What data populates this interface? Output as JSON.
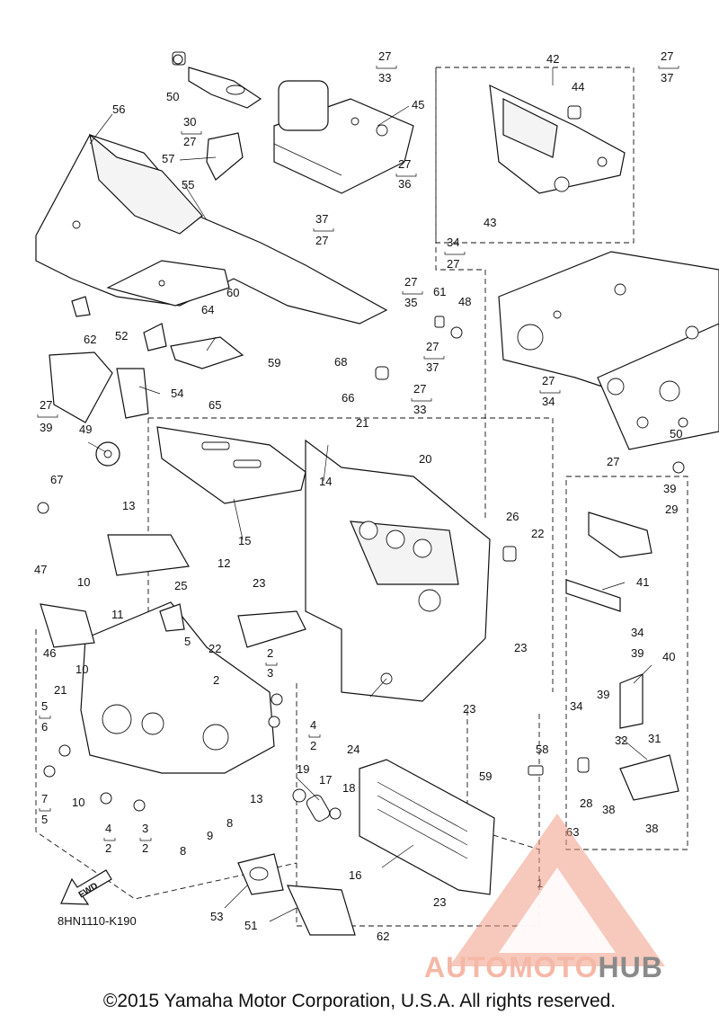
{
  "diagram": {
    "code": "8HN1110-K190",
    "copyright": "©2015 Yamaha Motor Corporation, U.S.A. All rights reserved.",
    "fwd_label": "FWD",
    "watermark": {
      "part1": "AUTOMOTO",
      "part2": "HUB",
      "accent": "#f09a85",
      "gray": "#8a8a8a"
    },
    "callouts": {
      "c1": "1",
      "c2a": "2",
      "c2b": "2",
      "c2c": "2",
      "c2d": "2",
      "c2e": "2",
      "c3a": "3",
      "c3b": "3",
      "c4a": "4",
      "c4b": "4",
      "c5a": "5",
      "c5b": "5",
      "c5c": "5",
      "c6": "6",
      "c7": "7",
      "c8a": "8",
      "c8b": "8",
      "c9": "9",
      "c10a": "10",
      "c10b": "10",
      "c10c": "10",
      "c11": "11",
      "c12": "12",
      "c13a": "13",
      "c13b": "13",
      "c14": "14",
      "c15": "15",
      "c16": "16",
      "c17": "17",
      "c18": "18",
      "c19": "19",
      "c20": "20",
      "c21a": "21",
      "c21b": "21",
      "c22a": "22",
      "c22b": "22",
      "c23a": "23",
      "c23b": "23",
      "c23c": "23",
      "c23d": "23",
      "c24": "24",
      "c25": "25",
      "c26": "26",
      "c27a": "27",
      "c27b": "27",
      "c27c": "27",
      "c27d": "27",
      "c27e": "27",
      "c27f": "27",
      "c27g": "27",
      "c27h": "27",
      "c27i": "27",
      "c27j": "27",
      "c27k": "27",
      "c27l": "27",
      "c28": "28",
      "c29": "29",
      "c30": "30",
      "c31": "31",
      "c32": "32",
      "c33a": "33",
      "c33b": "33",
      "c34a": "34",
      "c34b": "34",
      "c34c": "34",
      "c34d": "34",
      "c35": "35",
      "c36": "36",
      "c37a": "37",
      "c37b": "37",
      "c37c": "37",
      "c38a": "38",
      "c38b": "38",
      "c39a": "39",
      "c39b": "39",
      "c39c": "39",
      "c39d": "39",
      "c40": "40",
      "c41": "41",
      "c42": "42",
      "c43": "43",
      "c44": "44",
      "c45": "45",
      "c46": "46",
      "c47": "47",
      "c48": "48",
      "c49": "49",
      "c50a": "50",
      "c50b": "50",
      "c51": "51",
      "c52": "52",
      "c53": "53",
      "c54": "54",
      "c55": "55",
      "c56": "56",
      "c57": "57",
      "c58": "58",
      "c59a": "59",
      "c59b": "59",
      "c60": "60",
      "c61": "61",
      "c62a": "62",
      "c62b": "62",
      "c63": "63",
      "c64": "64",
      "c65": "65",
      "c66": "66",
      "c67": "67",
      "c68": "68"
    }
  }
}
